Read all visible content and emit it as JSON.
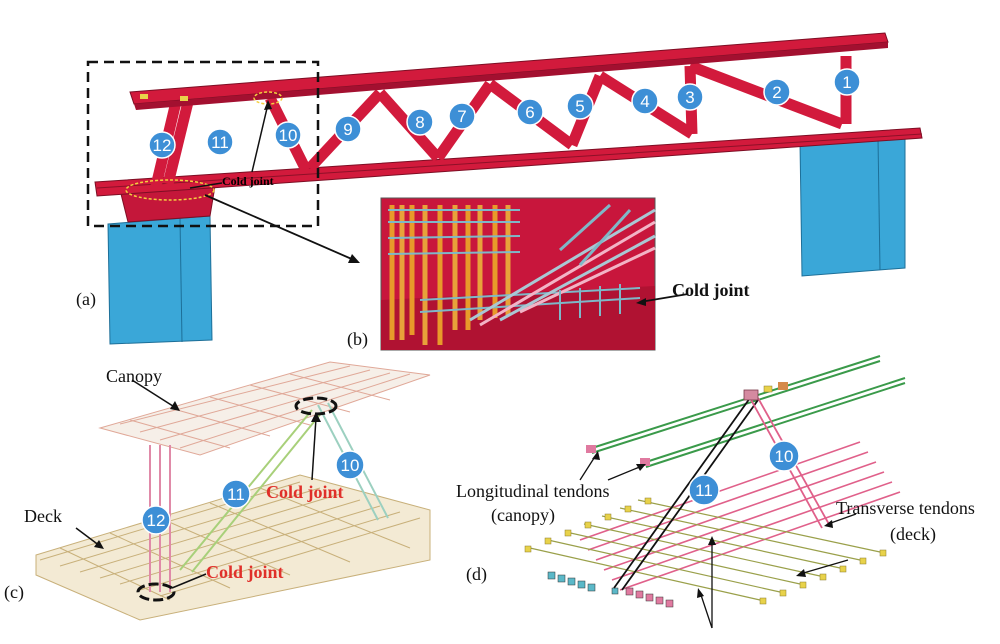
{
  "panel_labels": {
    "a": "(a)",
    "b": "(b)",
    "c": "(c)",
    "d": "(d)"
  },
  "annotations": {
    "cold_joint_small": "Cold joint",
    "cold_joint_b": "Cold joint",
    "cold_joint_c1": "Cold joint",
    "cold_joint_c2": "Cold joint",
    "canopy": "Canopy",
    "deck": "Deck",
    "long_tendons_1": "Longitudinal tendons",
    "long_tendons_2": "(canopy)",
    "trans_tendons_1": "Transverse tendons",
    "trans_tendons_2": "(deck)"
  },
  "member_numbers_a": [
    "1",
    "2",
    "3",
    "4",
    "5",
    "6",
    "7",
    "8",
    "9",
    "10",
    "11",
    "12"
  ],
  "member_numbers_c": [
    "12",
    "11",
    "10"
  ],
  "member_numbers_d": [
    "11",
    "10"
  ],
  "colors": {
    "structure": "#d21a3c",
    "pier": "#3aa7d8",
    "badge": "#3d8fd6",
    "cold_joint_text": "#e0302a"
  }
}
